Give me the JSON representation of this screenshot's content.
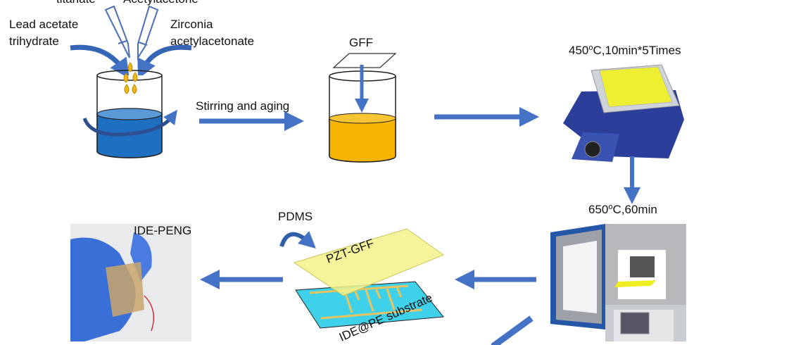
{
  "labels": {
    "titanate": "titanate",
    "acetylacetone": "Acetylacetone",
    "lead_1": "Lead acetate",
    "lead_2": "trihydrate",
    "zirconia_1": "Zirconia",
    "zirconia_2": "acetylacetonate",
    "stirring": "Stirring and aging",
    "gff": "GFF",
    "anneal1_a": "450",
    "anneal1_sup": "o",
    "anneal1_b": "C,10min*5Times",
    "anneal2_a": "650",
    "anneal2_sup": "o",
    "anneal2_b": "C,60min",
    "pdms": "PDMS",
    "pzt_gff": "PZT-GFF",
    "ide_substrate": "IDE@PE substrate",
    "ide_peng": "IDE-PENG"
  },
  "colors": {
    "arrow": "#4472c4",
    "solution_blue": "#1f6fc0",
    "solution_orange": "#f5b400",
    "film_yellow": "#f4f28a",
    "substrate_cyan": "#3fd0ea"
  }
}
